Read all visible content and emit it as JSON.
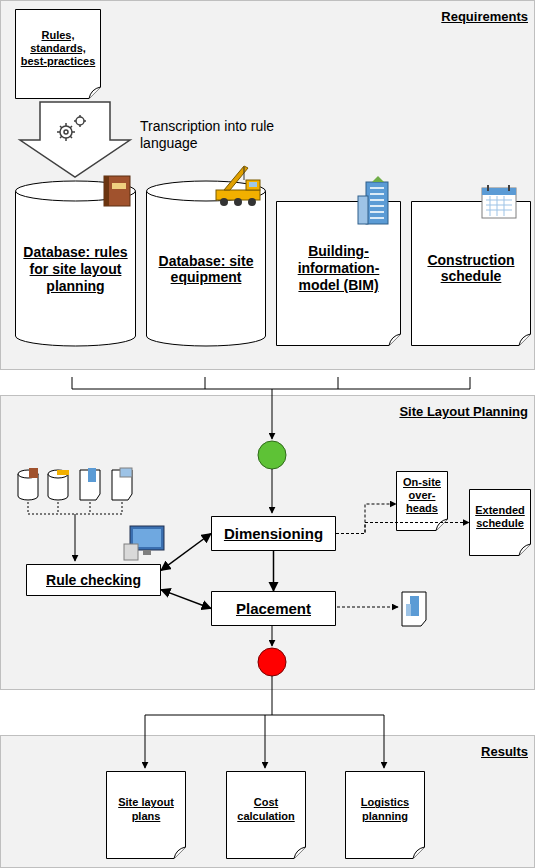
{
  "diagram": {
    "nodes": [
      {
        "text": [
          "Requirements"
        ]
      },
      {
        "text": [
          "Rules, standards, best-practices"
        ],
        "in": 0
      },
      {
        "text": [
          "Database: rules for site layout planning"
        ],
        "in": 0
      },
      {
        "text": [
          "Database: site equipment"
        ],
        "in": 0
      },
      {
        "text": [
          "Building-information-model (BIM)"
        ],
        "in": 0
      },
      {
        "text": [
          "Construction schedule"
        ],
        "in": 0
      },
      {
        "text": [
          "Site Layout Planning"
        ]
      },
      {
        "text": [
          "Dimensioning"
        ],
        "in": 6
      },
      {
        "text": [
          "On-site over-heads"
        ],
        "in": 6
      },
      {
        "text": [
          "Extended schedule"
        ],
        "in": 6
      },
      {
        "text": [
          "Rule checking"
        ],
        "in": 6
      },
      {
        "text": [
          "Placement"
        ],
        "in": 6
      },
      {
        "text": [
          "Results"
        ]
      },
      {
        "text": [
          "Site layout plans"
        ],
        "in": 12
      },
      {
        "text": [
          "Cost calculation"
        ],
        "in": 12
      },
      {
        "text": [
          "Logistics planning"
        ],
        "in": 12
      }
    ],
    "edges": [
      {
        "from": 10,
        "to": 7,
        "arrow": "both"
      },
      {
        "from": 10,
        "to": 11,
        "arrow": "both"
      },
      {
        "from": 7,
        "to": 11,
        "arrow": "to"
      },
      {
        "from": 7,
        "to": 8,
        "arrow": "to"
      },
      {
        "from": 7,
        "to": 9,
        "arrow": "to"
      }
    ],
    "labels": [
      "Transcription into rule language"
    ]
  }
}
